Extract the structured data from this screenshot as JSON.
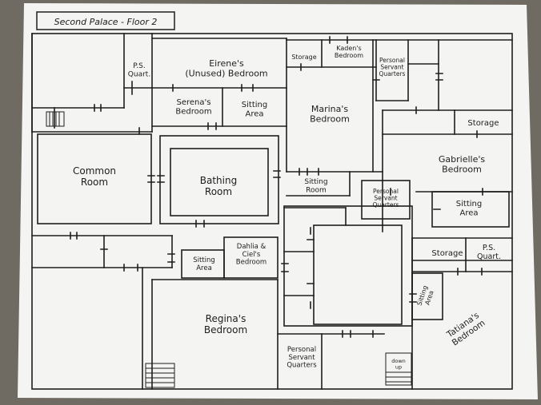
{
  "title": "Second Palace - Floor 2",
  "colors": {
    "ink": "#1e1e1e",
    "paper": "#f4f4f2",
    "wall": "#6f6a62"
  },
  "rooms": {
    "ps_quart_top": [
      "P.S.",
      "Quart."
    ],
    "eirene": [
      "Eirene's",
      "(Unused) Bedroom"
    ],
    "storage_top": [
      "Storage"
    ],
    "kaden": [
      "Kaden's",
      "Bedroom"
    ],
    "personal_servant_top": [
      "Personal",
      "Servant",
      "Quarters"
    ],
    "serena": [
      "Serena's",
      "Bedroom"
    ],
    "sitting_area_top": [
      "Sitting",
      "Area"
    ],
    "marina": [
      "Marina's",
      "Bedroom"
    ],
    "storage_right": [
      "Storage"
    ],
    "common_room": [
      "Common",
      "Room"
    ],
    "bathing_room": [
      "Bathing",
      "Room"
    ],
    "gabrielle": [
      "Gabrielle's",
      "Bedroom"
    ],
    "sitting_room": [
      "Sitting",
      "Room"
    ],
    "personal_servant_mid": [
      "Personal",
      "Servant",
      "Quarters"
    ],
    "sitting_area_right": [
      "Sitting",
      "Area"
    ],
    "storage_lower": [
      "Storage"
    ],
    "ps_quart_lower": [
      "P.S.",
      "Quart."
    ],
    "sitting_area_mid": [
      "Sitting",
      "Area"
    ],
    "dahlia_ciel": [
      "Dahlia &",
      "Ciel's",
      "Bedroom"
    ],
    "sitting_area_small": [
      "Sitting",
      "Area"
    ],
    "regina": [
      "Regina's",
      "Bedroom"
    ],
    "tatiana": [
      "Tatiana's",
      "Bedroom"
    ],
    "personal_servant_bottom": [
      "Personal",
      "Servant",
      "Quarters"
    ],
    "downstairs": [
      "down",
      "up"
    ]
  }
}
